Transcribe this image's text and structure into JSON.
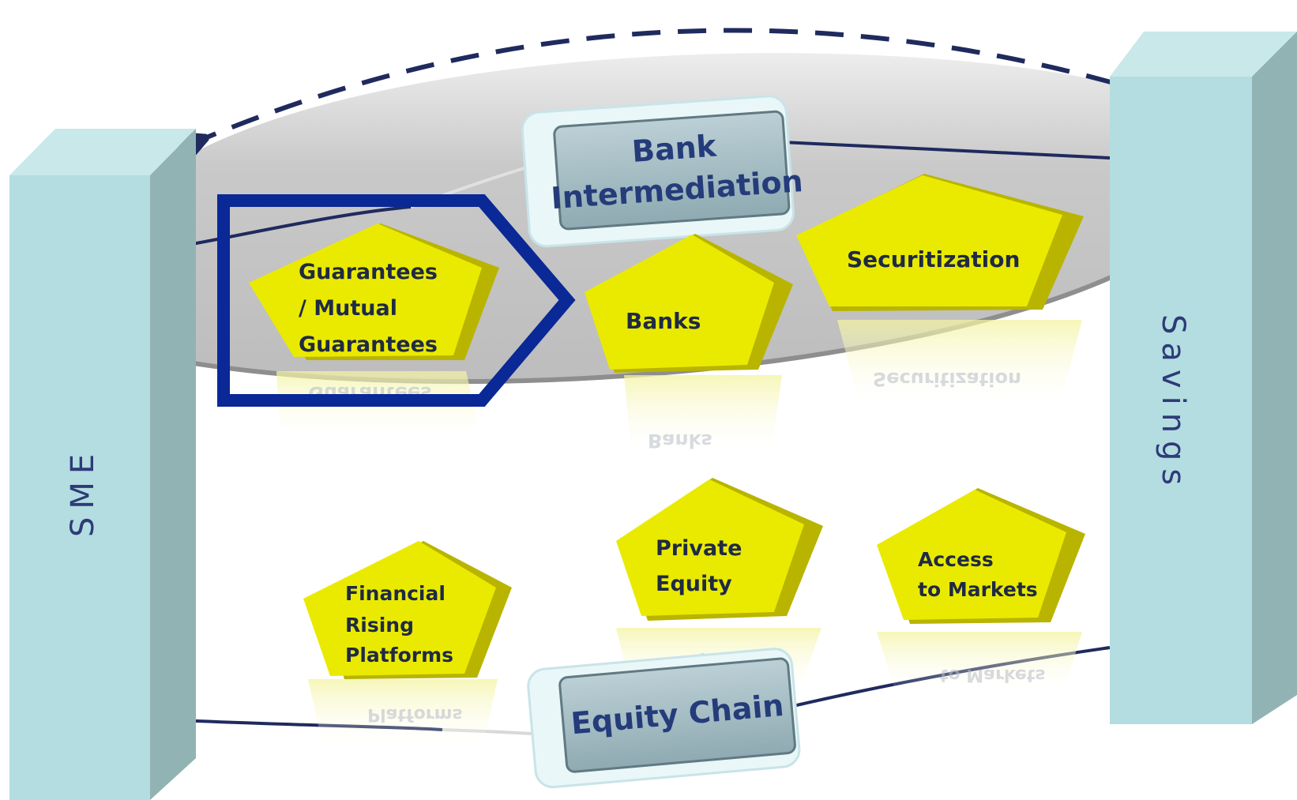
{
  "pillars": {
    "left_label": "SME",
    "right_label": "Savings"
  },
  "channels": {
    "bank": {
      "title_line1": "Bank",
      "title_line2": "Intermediation"
    },
    "equity": {
      "title": "Equity Chain"
    }
  },
  "nodes": {
    "guarantees": {
      "line1": "Guarantees",
      "line2": "/ Mutual",
      "line3": "Guarantees"
    },
    "banks": {
      "line1": "Banks"
    },
    "securitization": {
      "line1": "Securitization"
    },
    "financial_rising": {
      "line1": "Financial",
      "line2": "Rising",
      "line3": "Platforms"
    },
    "private_equity": {
      "line1": "Private",
      "line2": "Equity"
    },
    "access_markets": {
      "line1": "Access",
      "line2": "to Markets"
    }
  },
  "colors": {
    "pillar_front": "#b3dde0",
    "pillar_side": "#92b3b4",
    "pillar_top": "#c9e8ea",
    "pentagon_face": "#eaea00",
    "pentagon_edge": "#b8b400",
    "ellipse_fill": "#c8c8c8",
    "highlight_outline": "#0a2896",
    "arrow": "#1f2a5e",
    "box_fill": "#9fb8bf",
    "label_color": "#2e3a78"
  },
  "icons": {
    "highlight": "chevron-outline-shape",
    "return_arrow": "dashed-curved-arrow"
  }
}
